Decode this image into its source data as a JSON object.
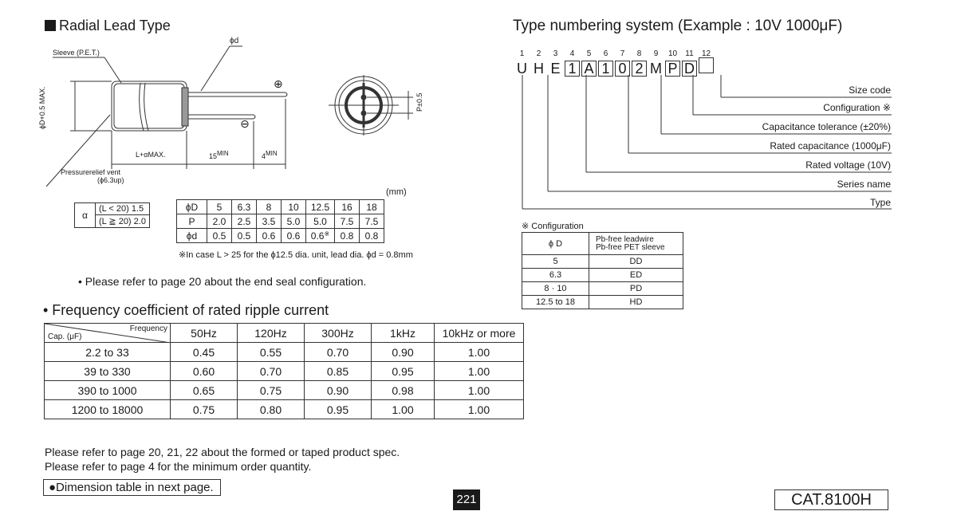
{
  "radial": {
    "title": "Radial Lead Type",
    "labels": {
      "sleeve": "Sleeve (P.E.T.)",
      "phi_d": "ϕd",
      "plus": "⊕",
      "minus": "⊖",
      "phiD_max": "ϕD+0.5 MAX.",
      "pressure": "Pressurerelief vent",
      "pressure_sub": "(ϕ6.3up)",
      "L_max": "L+αMAX.",
      "min15": "15",
      "min4": "4",
      "min_suffix": "MIN",
      "p_pm": "P±0.5"
    }
  },
  "alpha_table": {
    "symbol": "α",
    "rows": [
      "(L < 20) 1.5",
      "(L ≧ 20) 2.0"
    ]
  },
  "dim_table": {
    "unit": "(mm)",
    "rows": [
      [
        "ϕD",
        "5",
        "6.3",
        "8",
        "10",
        "12.5",
        "16",
        "18"
      ],
      [
        "P",
        "2.0",
        "2.5",
        "3.5",
        "5.0",
        "5.0",
        "7.5",
        "7.5"
      ],
      [
        "ϕd",
        "0.5",
        "0.5",
        "0.6",
        "0.6",
        "0.6",
        "0.8",
        "0.8"
      ]
    ],
    "note_mark": "※",
    "footnote": "※In case L > 25 for the ϕ12.5 dia. unit, lead dia. ϕd = 0.8mm"
  },
  "end_seal_note": "• Please refer to page 20 about the end seal configuration.",
  "freq": {
    "title": "• Frequency coefficient of rated ripple current",
    "corner_top": "Frequency",
    "corner_bottom": "Cap. (μF)",
    "headers": [
      "50Hz",
      "120Hz",
      "300Hz",
      "1kHz",
      "10kHz or more"
    ],
    "rows": [
      {
        "cap": "2.2 to 33",
        "values": [
          "0.45",
          "0.55",
          "0.70",
          "0.90",
          "1.00"
        ]
      },
      {
        "cap": "39  to 330",
        "values": [
          "0.60",
          "0.70",
          "0.85",
          "0.95",
          "1.00"
        ]
      },
      {
        "cap": "390 to 1000",
        "values": [
          "0.65",
          "0.75",
          "0.90",
          "0.98",
          "1.00"
        ]
      },
      {
        "cap": "1200 to 18000",
        "values": [
          "0.75",
          "0.80",
          "0.95",
          "1.00",
          "1.00"
        ]
      }
    ]
  },
  "notes": {
    "line1": "Please refer to page 20, 21, 22 about the formed or taped product spec.",
    "line2": "Please refer to page 4 for the minimum order quantity.",
    "dimension": "●Dimension table in next page."
  },
  "page_number": "221",
  "catalog": "CAT.8100H",
  "type_numbering": {
    "title": "Type numbering system (Example : 10V 1000μF)",
    "positions": [
      "1",
      "2",
      "3",
      "4",
      "5",
      "6",
      "7",
      "8",
      "9",
      "10",
      "11",
      "12"
    ],
    "chars": [
      {
        "c": "U",
        "boxed": false
      },
      {
        "c": "H",
        "boxed": false
      },
      {
        "c": "E",
        "boxed": false
      },
      {
        "c": "1",
        "boxed": true
      },
      {
        "c": "A",
        "boxed": true
      },
      {
        "c": "1",
        "boxed": true
      },
      {
        "c": "0",
        "boxed": true
      },
      {
        "c": "2",
        "boxed": true
      },
      {
        "c": "M",
        "boxed": false
      },
      {
        "c": "P",
        "boxed": true
      },
      {
        "c": "D",
        "boxed": true
      },
      {
        "c": "",
        "boxed": true
      }
    ],
    "labels": [
      "Size code",
      "Configuration ※",
      "Capacitance tolerance (±20%)",
      "Rated capacitance (1000μF)",
      "Rated voltage (10V)",
      "Series name",
      "Type"
    ]
  },
  "config": {
    "title": "※ Configuration",
    "header_left": "ϕ D",
    "header_right_1": "Pb-free leadwire",
    "header_right_2": "Pb-free PET sleeve",
    "rows": [
      [
        "5",
        "DD"
      ],
      [
        "6.3",
        "ED"
      ],
      [
        "8 · 10",
        "PD"
      ],
      [
        "12.5 to 18",
        "HD"
      ]
    ]
  }
}
